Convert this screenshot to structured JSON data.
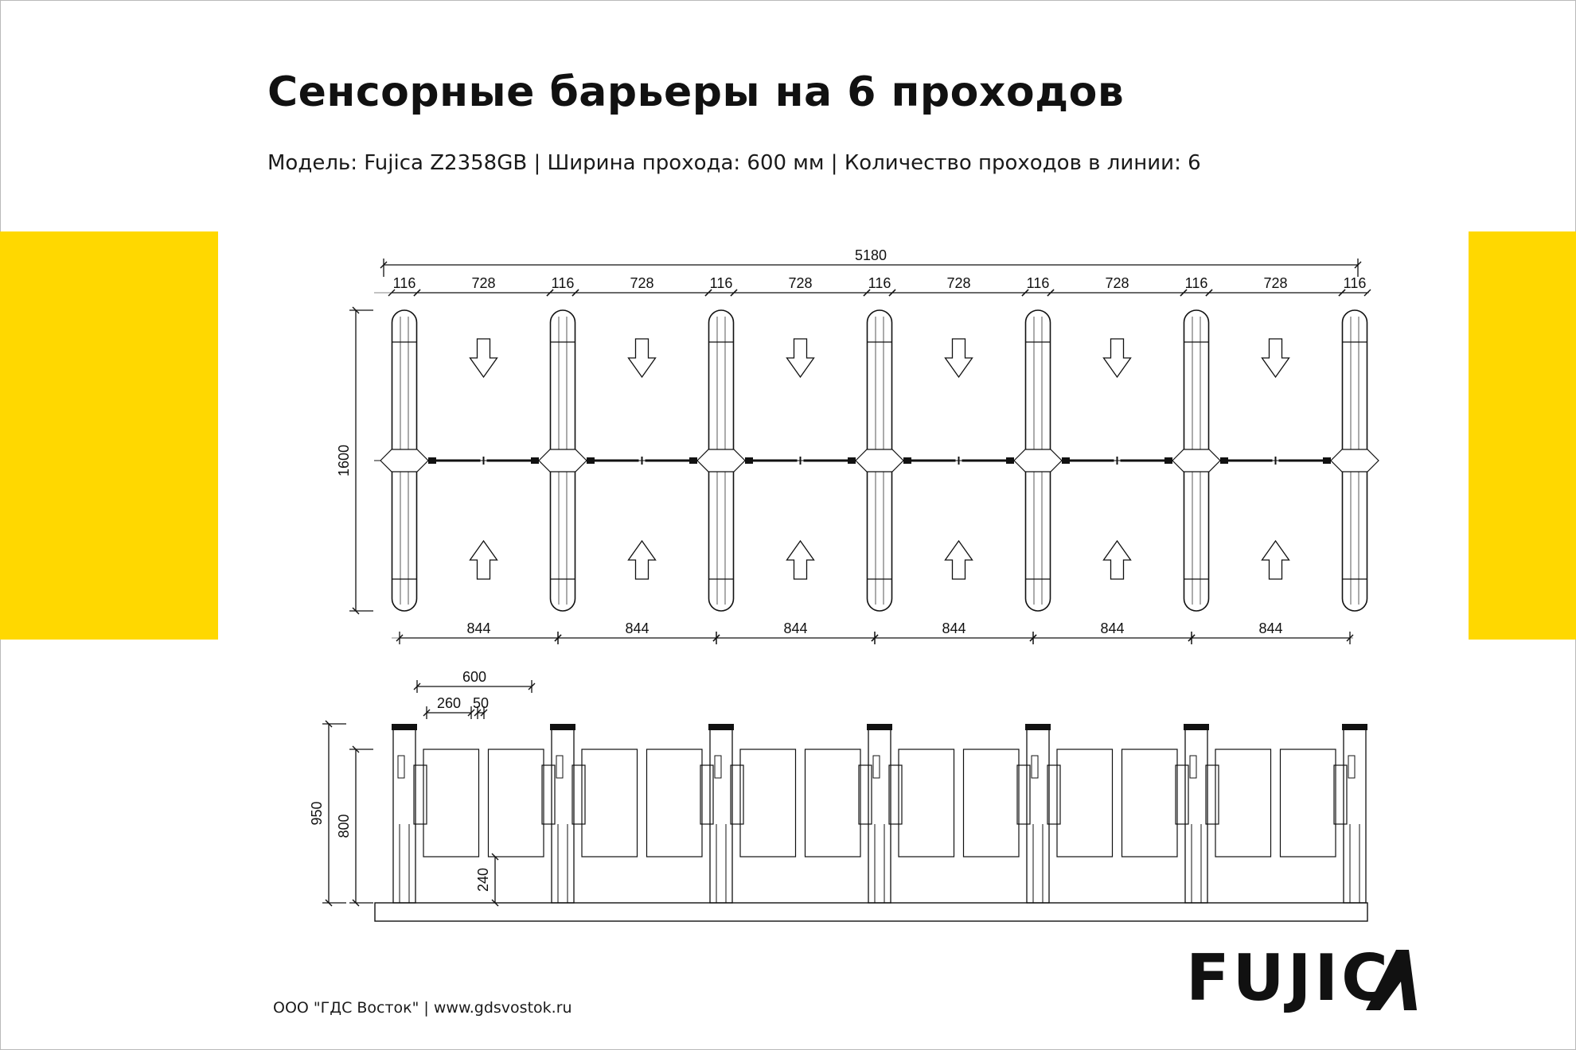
{
  "page": {
    "title": "Сенсорные барьеры на 6 проходов",
    "subtitle": "Модель: Fujica Z2358GB | Ширина прохода: 600 мм | Количество проходов в линии:  6",
    "footer": "ООО \"ГДС Восток\" | www.gdsvostok.ru",
    "accent_color": "#ffd800",
    "logo_text": "FUJIC",
    "logo_icon": "fujica-a-mark-icon"
  },
  "plan_view": {
    "overall_width": "5180",
    "pillar_width": "116",
    "gap_width": "728",
    "pitch": "844",
    "depth": "1600",
    "lanes": 6,
    "arrow_icon": "direction-arrow-icon"
  },
  "side_view": {
    "panel_span": "600",
    "panel_part": "260",
    "gap_part": "50",
    "total_height": "950",
    "panel_height": "800",
    "floor_clearance": "240"
  }
}
